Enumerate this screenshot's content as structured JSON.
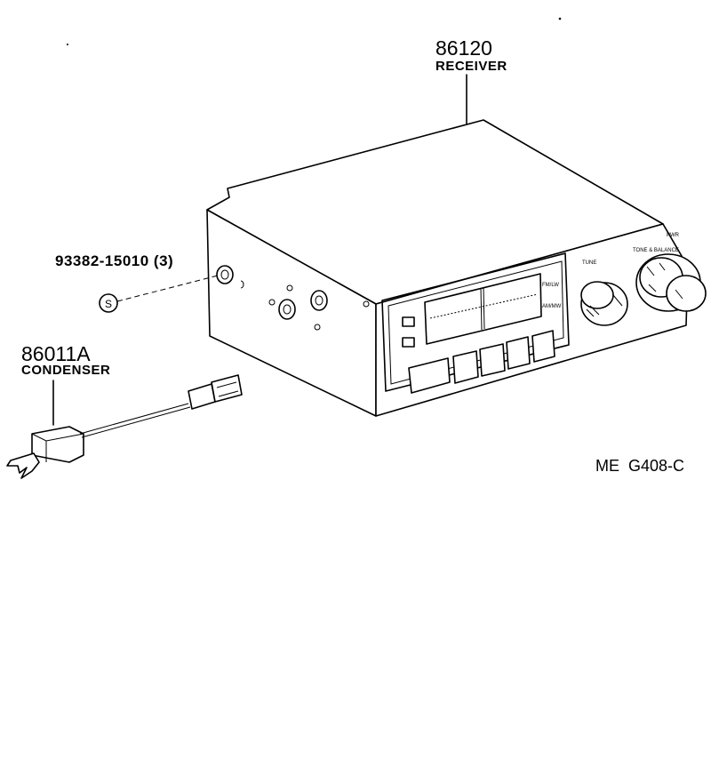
{
  "labels": {
    "receiver": {
      "part_number": "86120",
      "name": "RECEIVER"
    },
    "screw": {
      "part_number": "93382-15010 (3)",
      "symbol": "S"
    },
    "condenser": {
      "part_number": "86011A",
      "name": "CONDENSER"
    },
    "diagram_code": "ME  G408-C"
  },
  "panel_markings": {
    "tune_knob": "TUNE",
    "volume_knob": "TONE & BALANCE",
    "power": "PWR",
    "dial_upper": "FM/LW",
    "dial_lower": "AM/MW"
  }
}
